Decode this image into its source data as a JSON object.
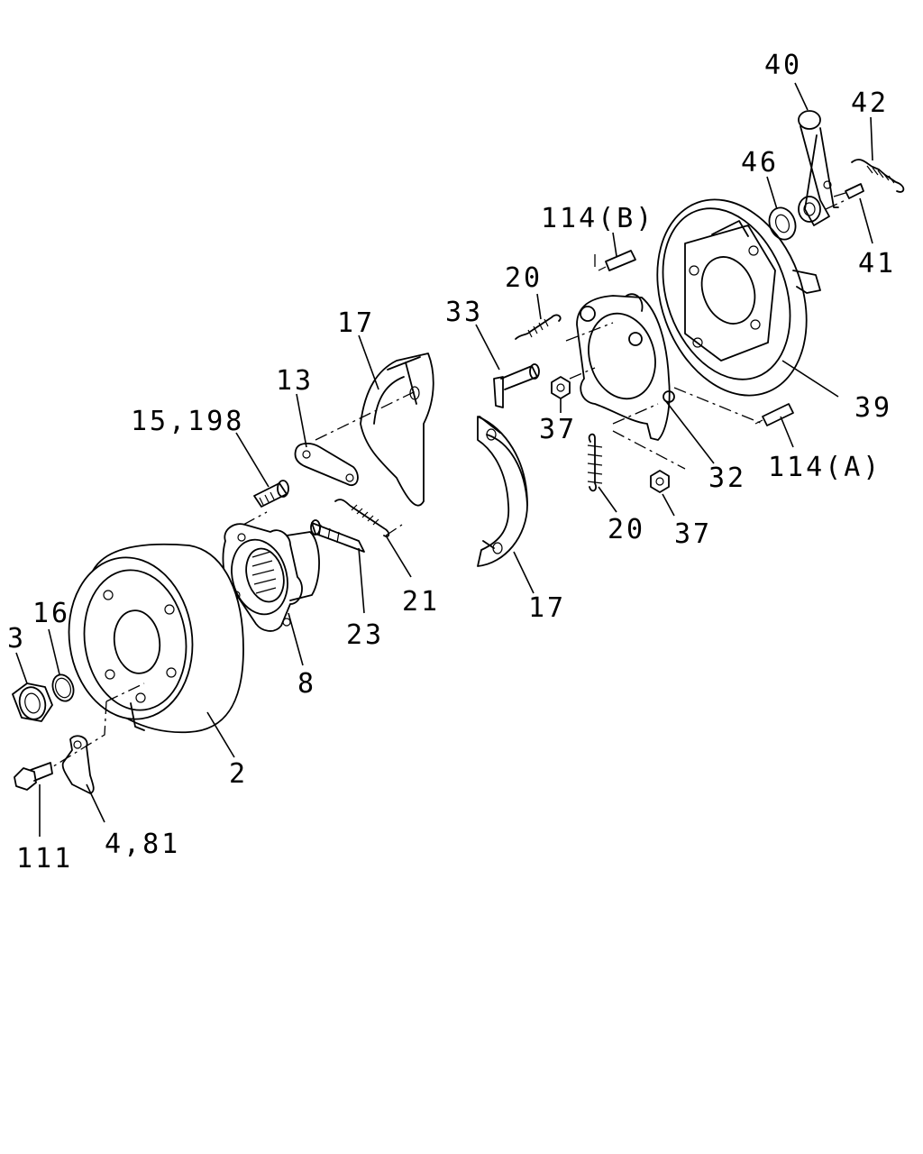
{
  "callouts": {
    "p40": "40",
    "p42": "42",
    "p46": "46",
    "p41": "41",
    "p114b": "114(B)",
    "p20_top": "20",
    "p33": "33",
    "p17_top": "17",
    "p13": "13",
    "p15_198": "15,198",
    "p37_top": "37",
    "p39": "39",
    "p32": "32",
    "p114a": "114(A)",
    "p20_bottom": "20",
    "p37_bottom": "37",
    "p21": "21",
    "p23": "23",
    "p17_bottom": "17",
    "p8": "8",
    "p16": "16",
    "p3": "3",
    "p2": "2",
    "p111": "111",
    "p4_81": "4,81"
  }
}
